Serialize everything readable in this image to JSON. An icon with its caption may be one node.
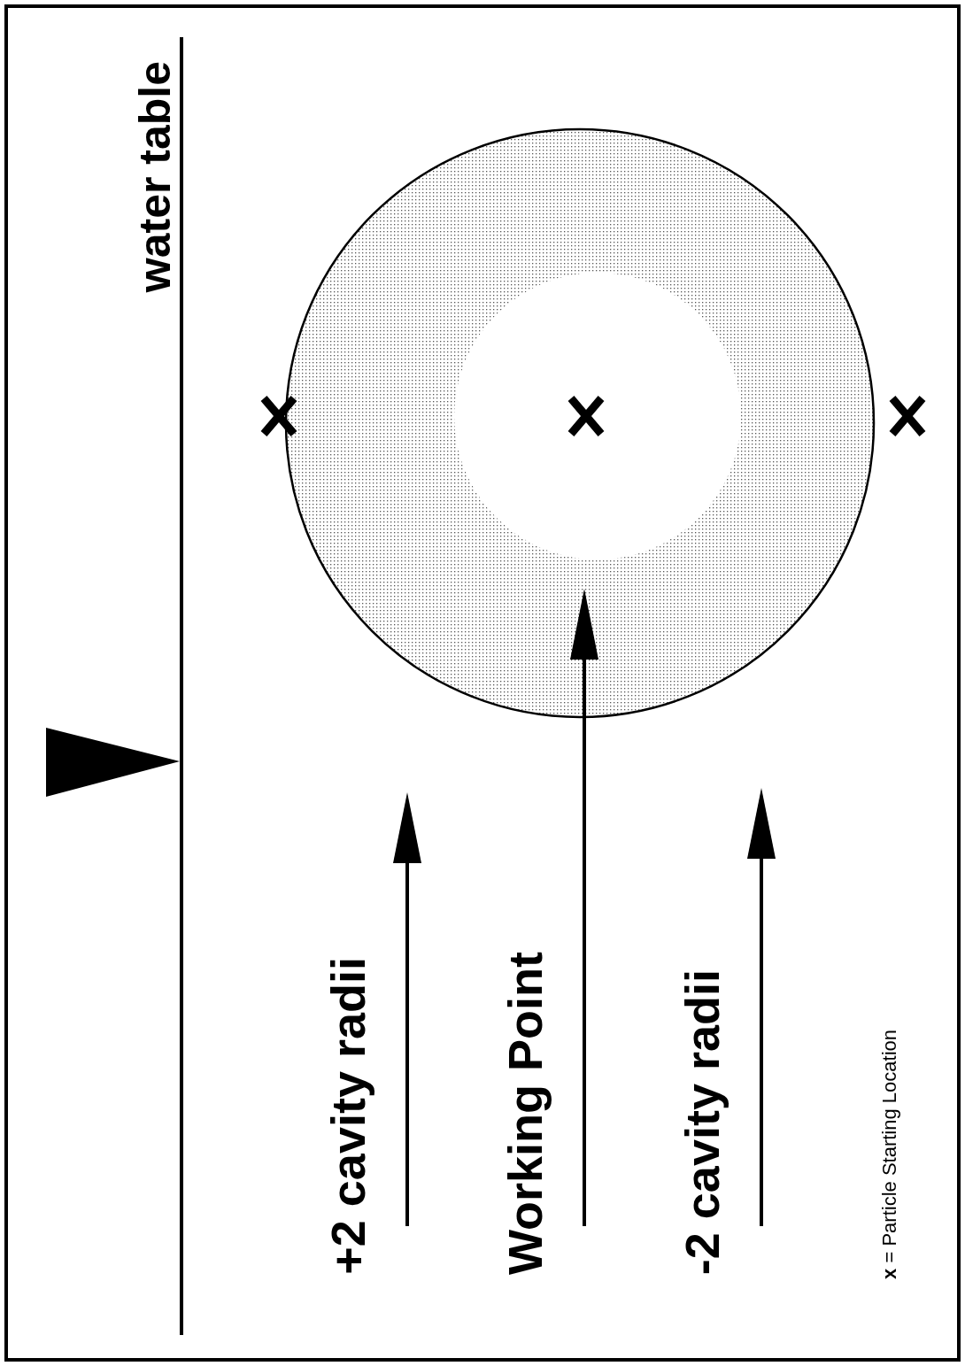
{
  "diagram": {
    "labels": [
      "water table",
      "+2 cavity radii",
      "Working Point",
      "-2 cavity radii",
      "**x** = Particle Starting Location"
    ]
  }
}
